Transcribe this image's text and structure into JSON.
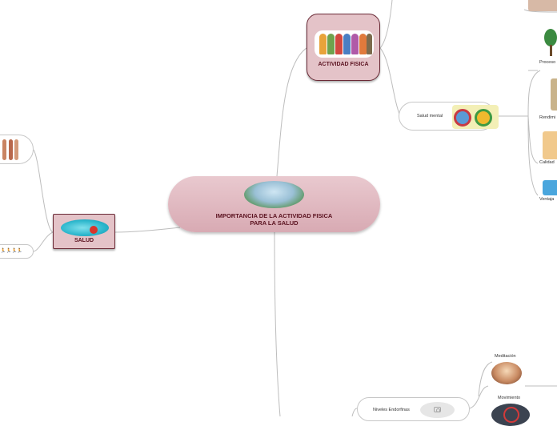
{
  "central": {
    "title_line1": "IMPORTANCIA DE LA ACTIVIDAD FISICA",
    "title_line2": "PARA LA SALUD",
    "image_icon": "sports-people-image"
  },
  "branches": {
    "actividad": {
      "label": "ACTIVIDAD FISICA",
      "image_icon": "children-group-image"
    },
    "salud": {
      "label": "SALUD",
      "image_icon": "water-apple-image"
    }
  },
  "subtopics": {
    "salud_mental": "Salud mental",
    "niveles_endorfinas": "Niveles Endorfinas"
  },
  "leaves": {
    "procesos": "Proceso",
    "rendimiento": "Rendimi",
    "calidad": "Calidad",
    "ventajas": "Ventaja",
    "meditacion": "Meditación",
    "movimiento": "Movimiento"
  },
  "left_items": {
    "people_glyphs": "🏃🏃🏃🏃"
  },
  "colors": {
    "node_fill": "#e4c3c8",
    "node_text": "#5b1320",
    "connector": "#b9b9b9"
  }
}
